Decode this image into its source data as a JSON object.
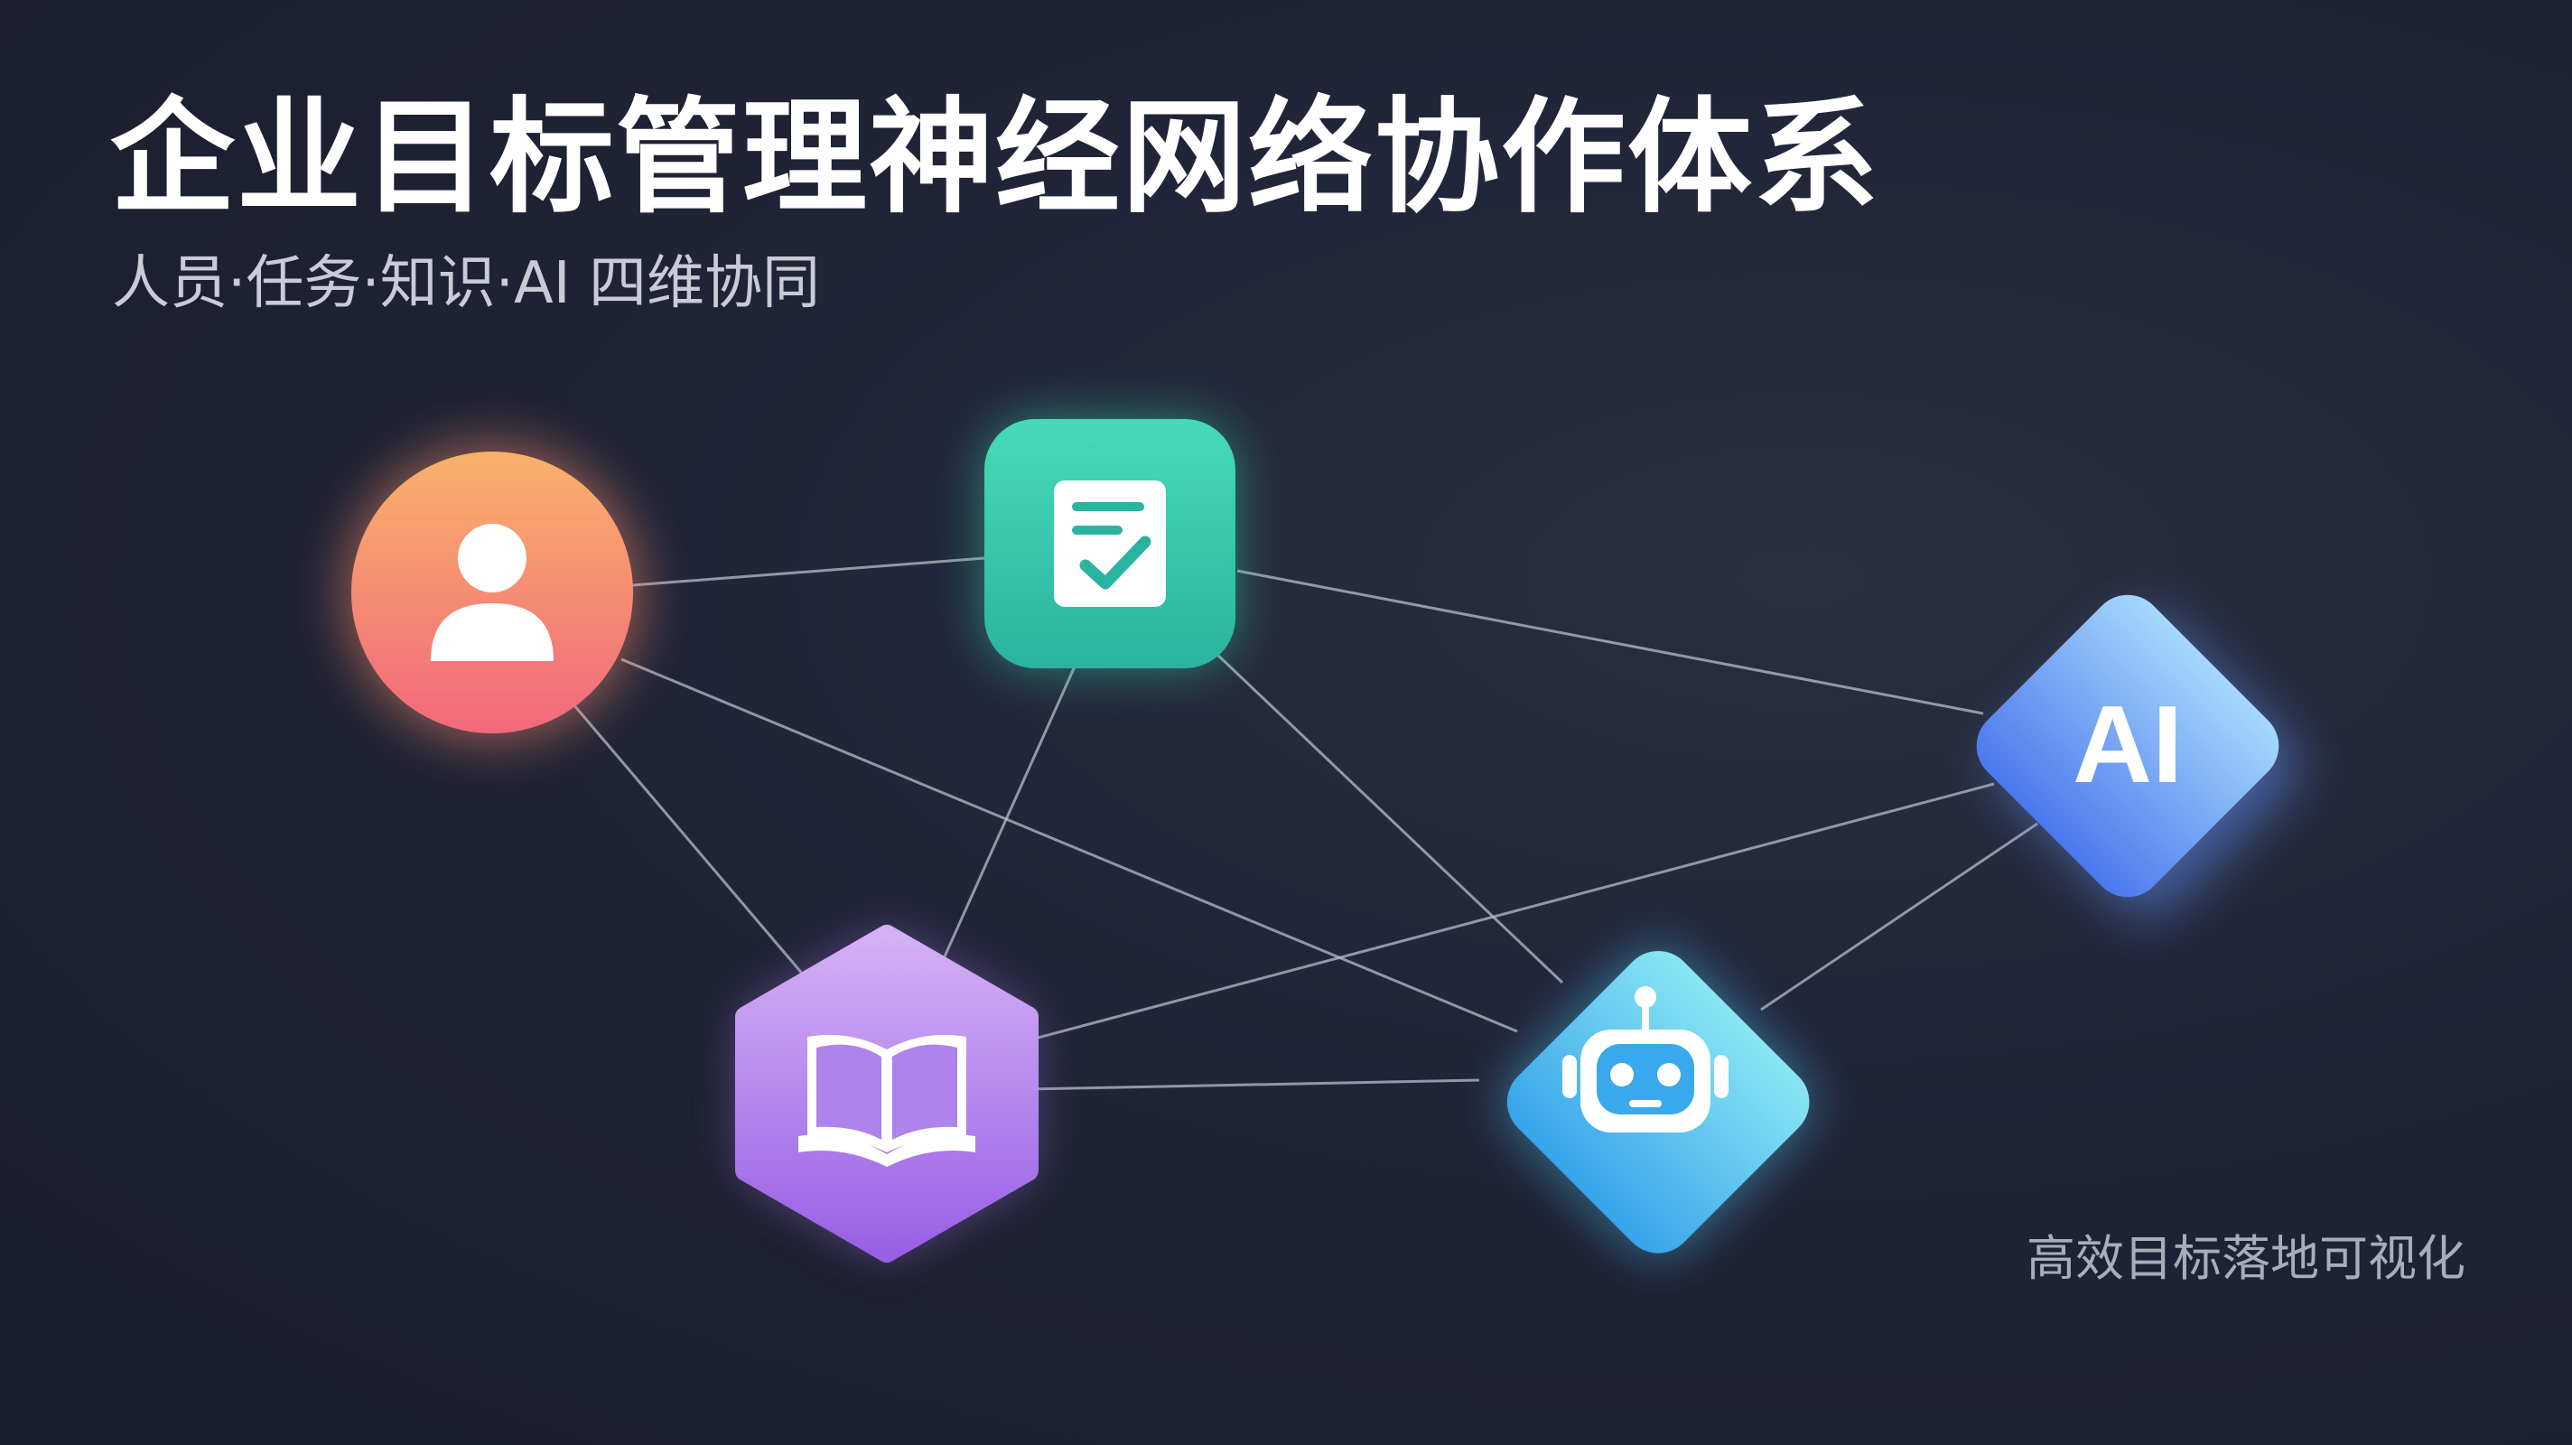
{
  "header": {
    "title": "企业目标管理神经网络协作体系",
    "subtitle": "人员·任务·知识·AI 四维协同"
  },
  "caption": "高效目标落地可视化",
  "nodes": [
    {
      "id": "person",
      "icon": "person-icon",
      "shape": "circle",
      "color_from": "#f9b26a",
      "color_to": "#f2687c"
    },
    {
      "id": "task",
      "icon": "checklist-icon",
      "shape": "rounded-square",
      "color_from": "#3fd6b5",
      "color_to": "#2bb8a2"
    },
    {
      "id": "ai",
      "label": "AI",
      "icon": "ai-icon",
      "shape": "diamond",
      "color_from": "#8fc8f8",
      "color_to": "#4f7ff0"
    },
    {
      "id": "knowledge",
      "icon": "book-icon",
      "shape": "hexagon",
      "color_from": "#cfa6f2",
      "color_to": "#9a62e8"
    },
    {
      "id": "robot",
      "icon": "robot-icon",
      "shape": "diamond",
      "color_from": "#7fe0f4",
      "color_to": "#3aa8ec"
    }
  ],
  "edges": [
    [
      "person",
      "task"
    ],
    [
      "person",
      "knowledge"
    ],
    [
      "person",
      "robot"
    ],
    [
      "task",
      "ai"
    ],
    [
      "task",
      "knowledge"
    ],
    [
      "task",
      "robot"
    ],
    [
      "knowledge",
      "ai"
    ],
    [
      "knowledge",
      "robot"
    ],
    [
      "robot",
      "ai"
    ]
  ]
}
